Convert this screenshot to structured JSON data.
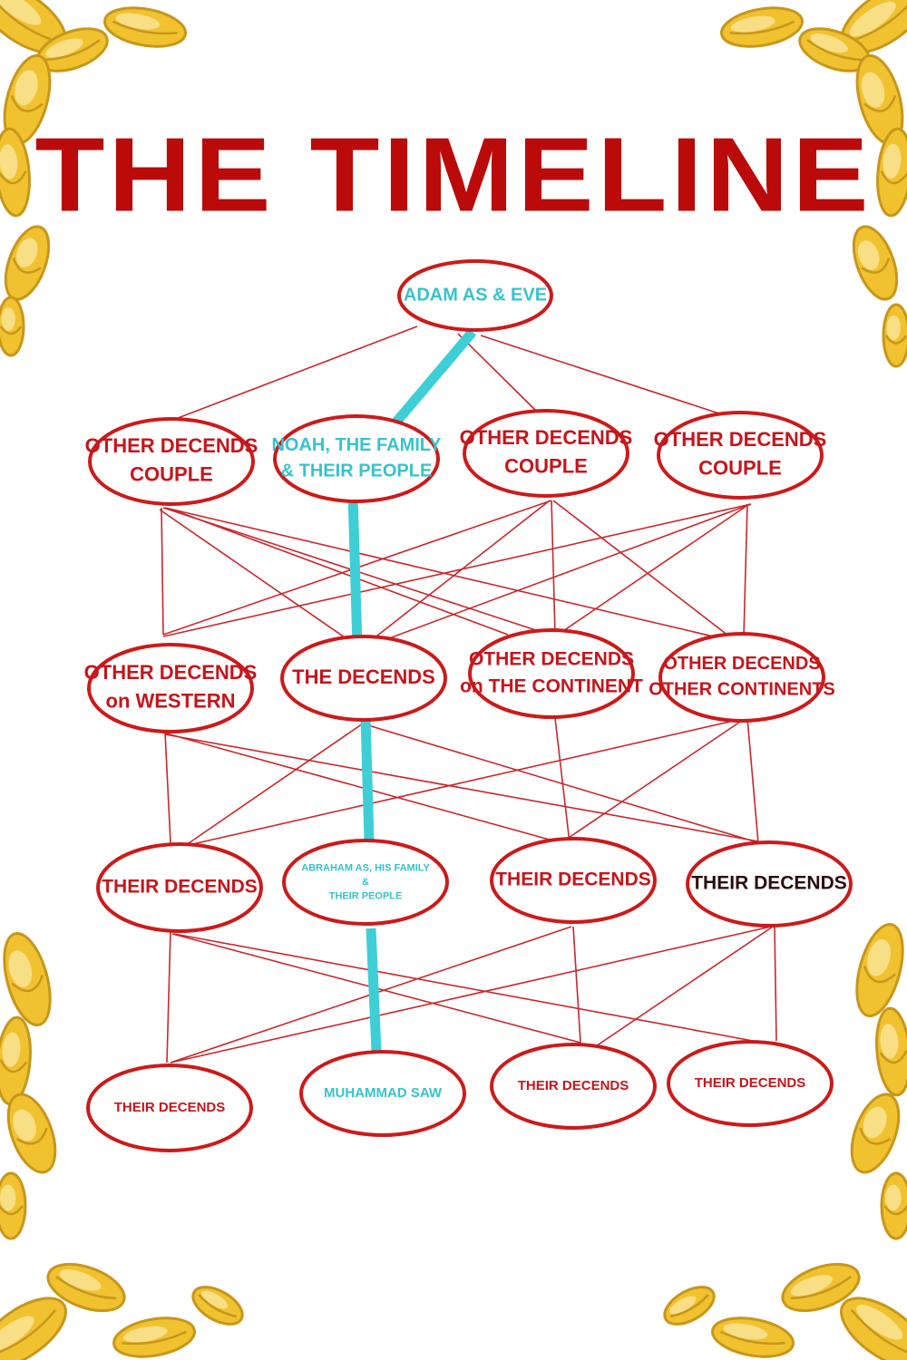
{
  "title": "THE TIMELINE",
  "colors": {
    "title": "#bb0a0a",
    "node_border": "#cc1a1a",
    "node_text": "#c4161c",
    "lineage_text": "#37c3cc",
    "lineage_line": "#3ecfd6",
    "connector": "#c8282c",
    "dark_text": "#2a0c0c",
    "ornament": "#f0c230",
    "ornament_dark": "#c8961a",
    "ornament_light": "#fbe7a0"
  },
  "nodes": [
    {
      "id": "adam",
      "lines": [
        "ADAM AS & EVE"
      ],
      "color": "lineage_text"
    },
    {
      "id": "l1_1",
      "lines": [
        "OTHER DECENDS",
        "COUPLE"
      ],
      "color": "node_text"
    },
    {
      "id": "noah",
      "lines": [
        "NOAH, THE FAMILY",
        "& THEIR PEOPLE"
      ],
      "color": "lineage_text"
    },
    {
      "id": "l1_3",
      "lines": [
        "OTHER DECENDS",
        "COUPLE"
      ],
      "color": "node_text"
    },
    {
      "id": "l1_4",
      "lines": [
        "OTHER DECENDS",
        "COUPLE"
      ],
      "color": "node_text"
    },
    {
      "id": "l2_1",
      "lines": [
        "OTHER DECENDS",
        "on WESTERN"
      ],
      "color": "node_text"
    },
    {
      "id": "l2_2",
      "lines": [
        "THE DECENDS"
      ],
      "color": "node_text"
    },
    {
      "id": "l2_3",
      "lines": [
        "OTHER DECENDS",
        "on THE CONTINENT"
      ],
      "color": "node_text"
    },
    {
      "id": "l2_4",
      "lines": [
        "OTHER DECENDS",
        "OTHER CONTINENTS"
      ],
      "color": "node_text"
    },
    {
      "id": "l3_1",
      "lines": [
        "THEIR DECENDS"
      ],
      "color": "node_text"
    },
    {
      "id": "abraham",
      "lines": [
        "ABRAHAM AS, HIS FAMILY",
        "&",
        "THEIR PEOPLE"
      ],
      "color": "lineage_text"
    },
    {
      "id": "l3_3",
      "lines": [
        "THEIR DECENDS"
      ],
      "color": "node_text"
    },
    {
      "id": "l3_4",
      "lines": [
        "THEIR DECENDS"
      ],
      "color": "dark_text"
    },
    {
      "id": "l4_1",
      "lines": [
        "THEIR DECENDS"
      ],
      "color": "node_text"
    },
    {
      "id": "muhammad",
      "lines": [
        "MUHAMMAD SAW"
      ],
      "color": "lineage_text"
    },
    {
      "id": "l4_3",
      "lines": [
        "THEIR DECENDS"
      ],
      "color": "node_text"
    },
    {
      "id": "l4_4",
      "lines": [
        "THEIR DECENDS"
      ],
      "color": "node_text"
    }
  ],
  "lineage": [
    "adam",
    "noah",
    "l2_2",
    "abraham",
    "muhammad"
  ]
}
